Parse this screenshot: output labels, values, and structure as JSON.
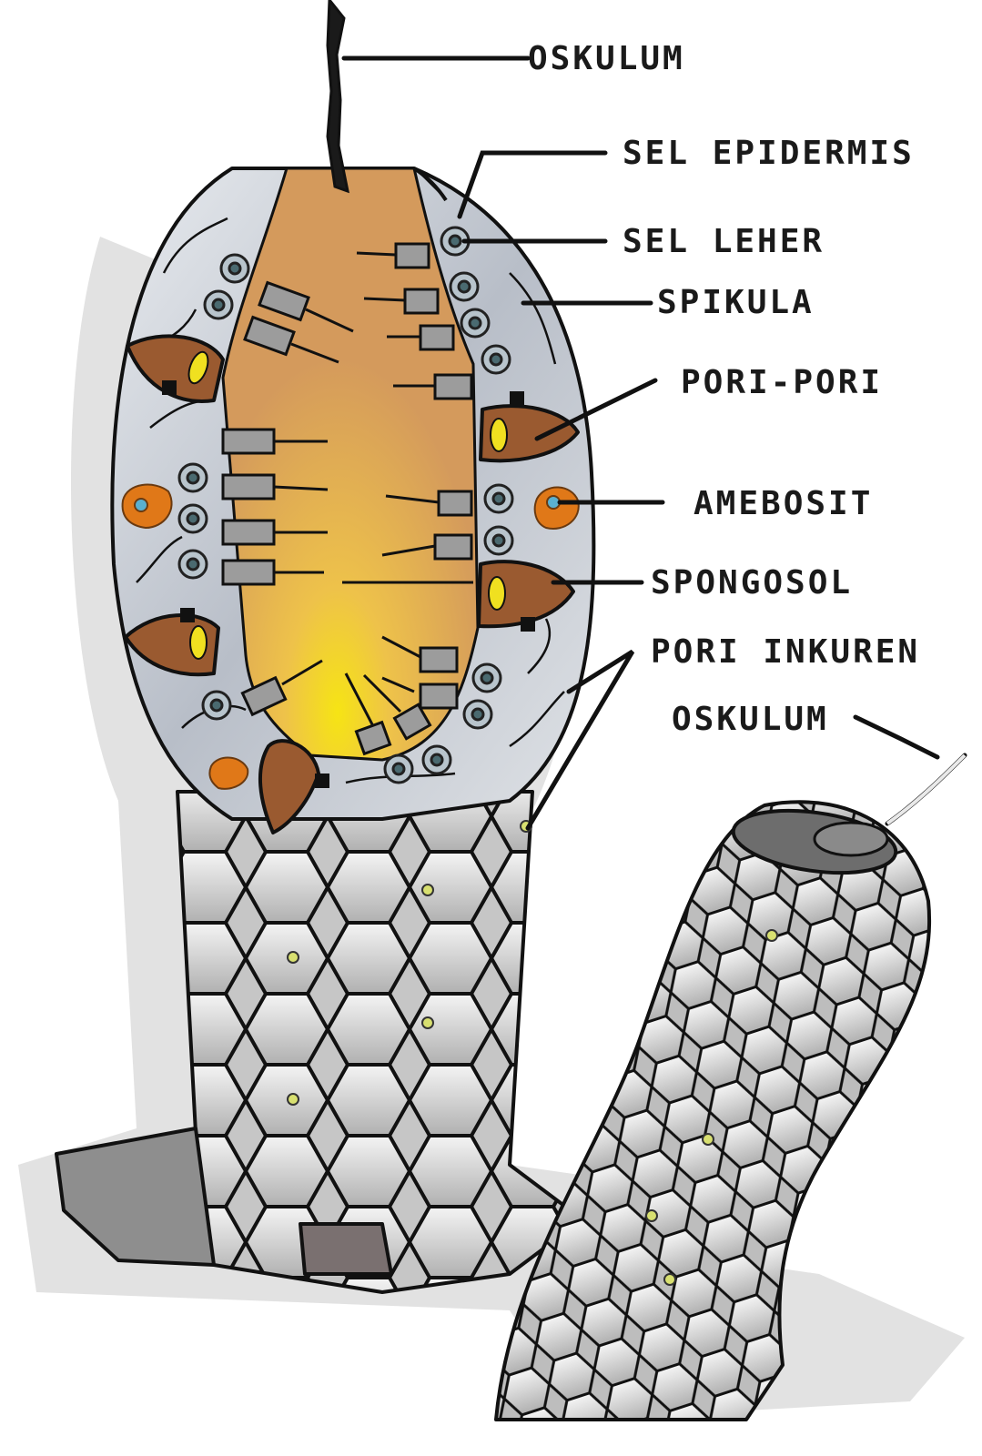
{
  "labels": {
    "oskulum_top": "OSKULUM",
    "sel_epidermis": "SEL EPIDERMIS",
    "sel_leher": "SEL LEHER",
    "spikula": "SPIKULA",
    "pori_pori": "PORI-PORI",
    "amebosit": "AMEBOSIT",
    "spongosol": "SPONGOSOL",
    "pori_inkuren": "PORI INKUREN",
    "oskulum_small": "OSKULUM"
  },
  "colors": {
    "spongocoel": "#d9a060",
    "spongocoel_glow": "#f5e020",
    "body_wall": "#c9ced6",
    "hex_cells": "#c8c8c8",
    "porocyte": "#9a5a30",
    "amoebocyte": "#e07818",
    "outline": "#111111"
  }
}
